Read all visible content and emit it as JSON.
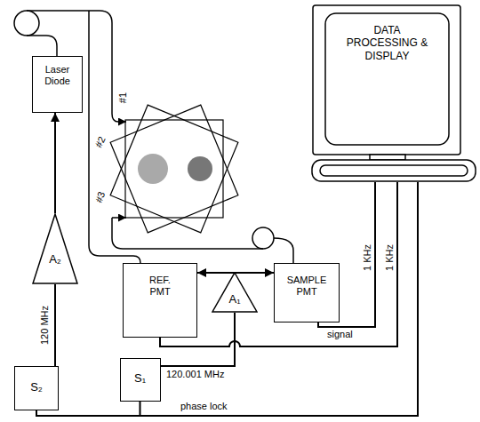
{
  "diagram": {
    "nodes": [
      {
        "text": [
          "Laser Diode"
        ]
      },
      {
        "text": [
          "A₂"
        ]
      },
      {
        "text": [
          "S₂"
        ]
      },
      {
        "text": [
          "S₁"
        ]
      },
      {
        "text": [
          "REF. PMT"
        ]
      },
      {
        "text": [
          "A₁"
        ]
      },
      {
        "text": [
          "SAMPLE PMT"
        ]
      },
      {
        "text": [
          "DATA PROCESSING & DISPLAY"
        ]
      }
    ],
    "edges": [
      {
        "from": 2,
        "to": 1,
        "arrow": "none",
        "label": "120 MHz"
      },
      {
        "from": 1,
        "to": 0,
        "arrow": "to"
      },
      {
        "from": 3,
        "to": 5,
        "arrow": "none",
        "label": "120.001 MHz"
      },
      {
        "from": 5,
        "to": 4,
        "arrow": "to"
      },
      {
        "from": 5,
        "to": 6,
        "arrow": "to"
      },
      {
        "from": 6,
        "to": 7,
        "arrow": "none",
        "label": "signal"
      },
      {
        "from": 4,
        "to": 7,
        "arrow": "none"
      },
      {
        "from": 3,
        "to": 7,
        "arrow": "none",
        "label": "phase lock"
      },
      {
        "from": 2,
        "to": 7,
        "arrow": "none"
      }
    ],
    "labels": [
      "#1",
      "#2",
      "#3",
      "1 KHz",
      "1 KHz"
    ]
  }
}
